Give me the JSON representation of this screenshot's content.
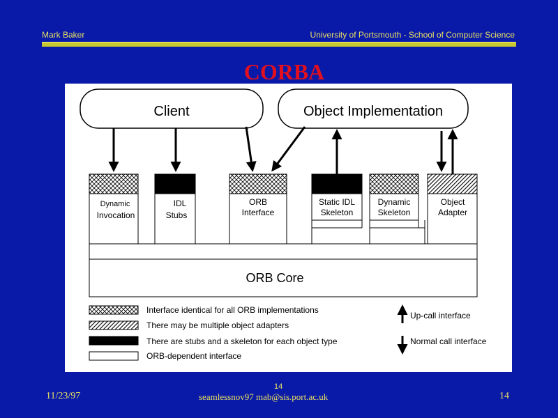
{
  "header": {
    "author": "Mark Baker",
    "institution": "University of Portsmouth - School of  Computer Science"
  },
  "title": "CORBA",
  "diagram": {
    "client": "Client",
    "object_implementation": "Object Implementation",
    "components": {
      "dynamic_invocation": [
        "Dynamic",
        "Invocation"
      ],
      "idl_stubs": [
        "IDL",
        "Stubs"
      ],
      "orb_interface": [
        "ORB",
        "Interface"
      ],
      "static_idl_skeleton": [
        "Static IDL",
        "Skeleton"
      ],
      "dynamic_skeleton": [
        "Dynamic",
        "Skeleton"
      ],
      "object_adapter": [
        "Object",
        "Adapter"
      ]
    },
    "orb_core": "ORB Core",
    "legend": [
      "Interface identical for all ORB implementations",
      "There may be multiple object adapters",
      "There are stubs and a skeleton for each object type",
      "ORB-dependent interface"
    ],
    "upcall": "Up-call interface",
    "normal_call": "Normal call interface"
  },
  "footer": {
    "date": "11/23/97",
    "small_number": "14",
    "email": "seamlessnov97 mab@sis.port.ac.uk",
    "page": "14"
  }
}
